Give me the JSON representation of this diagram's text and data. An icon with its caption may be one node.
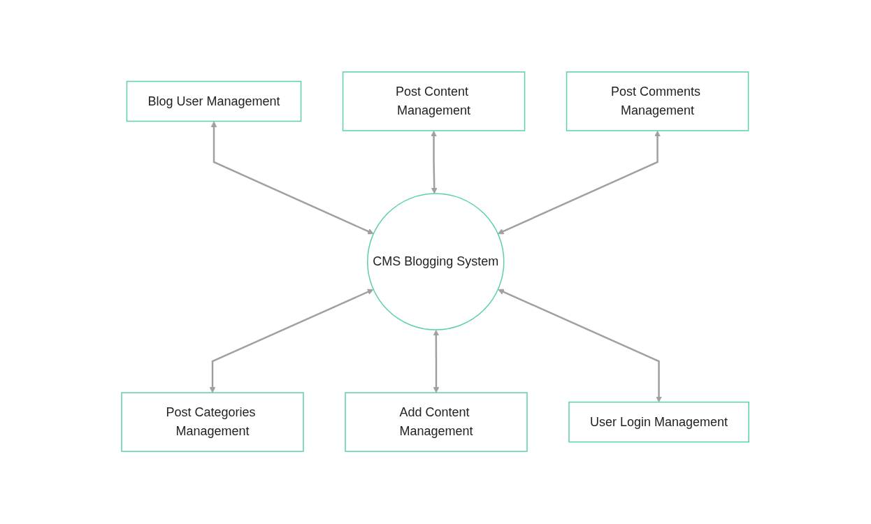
{
  "diagram": {
    "nodes": [
      {
        "text": [
          "Blog User Management"
        ]
      },
      {
        "text": [
          "Post Content Management"
        ]
      },
      {
        "text": [
          "Post Comments Management"
        ]
      },
      {
        "text": [
          "CMS Blogging System"
        ]
      },
      {
        "text": [
          "Post Categories Management"
        ]
      },
      {
        "text": [
          "Add Content Management"
        ]
      },
      {
        "text": [
          "User Login Management"
        ]
      }
    ],
    "edges": [
      {
        "from": 0,
        "to": 3,
        "arrow": "both"
      },
      {
        "from": 1,
        "to": 3,
        "arrow": "both"
      },
      {
        "from": 2,
        "to": 3,
        "arrow": "both"
      },
      {
        "from": 3,
        "to": 4,
        "arrow": "both"
      },
      {
        "from": 3,
        "to": 5,
        "arrow": "both"
      },
      {
        "from": 3,
        "to": 6,
        "arrow": "both"
      }
    ]
  }
}
